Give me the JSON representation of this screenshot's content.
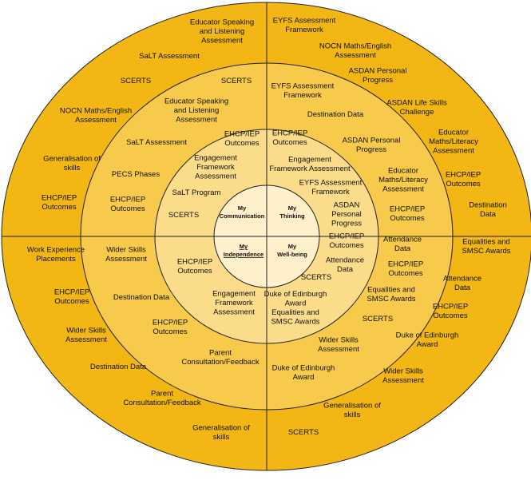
{
  "colors": {
    "outer_ring": "#f2b714",
    "ring_2": "#f7ca4c",
    "ring_3": "#fbdc8a",
    "core": "#fdf0cb",
    "stroke": "#222222",
    "underline_error": "#cc0000",
    "underline_link": "#3355cc"
  },
  "core": {
    "communication": [
      "My",
      "Communication"
    ],
    "thinking": [
      "My",
      "Thinking"
    ],
    "independence": [
      "My",
      "Independence"
    ],
    "wellbeing": [
      "My",
      "Well-being"
    ]
  },
  "communication": {
    "outer": [
      [
        "Educator Speaking",
        "and Listening",
        "Assessment"
      ],
      [
        "SaLT Assessment"
      ],
      [
        "SCERTS"
      ],
      [
        "NOCN Maths/English",
        "Assessment"
      ],
      [
        "Generalisation of",
        "skills"
      ],
      [
        "EHCP/IEP",
        "Outcomes"
      ]
    ],
    "middle": [
      [
        "SCERTS"
      ],
      [
        "Educator Speaking",
        "and Listening",
        "Assessment"
      ],
      [
        "SaLT Assessment"
      ],
      [
        "PECS Phases"
      ],
      [
        "EHCP/IEP",
        "Outcomes"
      ]
    ],
    "inner": [
      [
        "EHCP/IEP",
        "Outcomes"
      ],
      [
        "Engagement",
        "Framework",
        "Assessment"
      ],
      [
        "SaLT Program"
      ],
      [
        "SCERTS"
      ]
    ]
  },
  "thinking": {
    "outer": [
      [
        "EYFS Assessment",
        "Framework"
      ],
      [
        "NOCN Maths/English",
        "Assessment"
      ],
      [
        "ASDAN Personal",
        "Progress"
      ],
      [
        "ASDAN Life Skills",
        "Challenge"
      ],
      [
        "Educator",
        "Maths/Literacy",
        "Assessment"
      ],
      [
        "EHCP/IEP",
        "Outcomes"
      ],
      [
        "Destination",
        "Data"
      ]
    ],
    "middle": [
      [
        "EYFS Assessment",
        "Framework"
      ],
      [
        "Destination Data"
      ],
      [
        "ASDAN Personal",
        "Progress"
      ],
      [
        "Educator",
        "Maths/Literacy",
        "Assessment"
      ],
      [
        "EHCP/IEP",
        "Outcomes"
      ]
    ],
    "inner": [
      [
        "EHCP/IEP",
        "Outcomes"
      ],
      [
        "Engagement",
        "Framework Assessment"
      ],
      [
        "EYFS Assessment",
        "Framework"
      ],
      [
        "ASDAN",
        "Personal",
        "Progress"
      ]
    ]
  },
  "independence": {
    "outer": [
      [
        "Work Experience",
        "Placements"
      ],
      [
        "EHCP/IEP",
        "Outcomes"
      ],
      [
        "Wider Skills",
        "Assessment"
      ],
      [
        "Destination Data"
      ],
      [
        "Parent",
        "Consultation/Feedback"
      ],
      [
        "Generalisation of",
        "skills"
      ]
    ],
    "middle": [
      [
        "Wider Skills",
        "Assessment"
      ],
      [
        "Destination Data"
      ],
      [
        "EHCP/IEP",
        "Outcomes"
      ],
      [
        "Parent",
        "Consultation/Feedback"
      ]
    ],
    "inner": [
      [
        "EHCP/IEP",
        "Outcomes"
      ],
      [
        "Engagement",
        "Framework",
        "Assessment"
      ]
    ]
  },
  "wellbeing": {
    "outer": [
      [
        "Equalities and",
        "SMSC Awards"
      ],
      [
        "Attendance",
        "Data"
      ],
      [
        "EHCP/IEP",
        "Outcomes"
      ],
      [
        "Duke of Edinburgh",
        "Award"
      ],
      [
        "Wider Skills",
        "Assessment"
      ],
      [
        "Generalisation of",
        "skills"
      ],
      [
        "SCERTS"
      ]
    ],
    "middle": [
      [
        "Attendance",
        "Data"
      ],
      [
        "EHCP/IEP",
        "Outcomes"
      ],
      [
        "Equalities and",
        "SMSC Awards"
      ],
      [
        "SCERTS"
      ],
      [
        "Wider Skills",
        "Assessment"
      ],
      [
        "Duke of Edinburgh",
        "Award"
      ]
    ],
    "inner": [
      [
        "EHCP/IEP",
        "Outcomes"
      ],
      [
        "Attendance",
        "Data"
      ],
      [
        "SCERTS"
      ],
      [
        "Duke of Edinburgh",
        "Award",
        "Equalities and",
        "SMSC Awards"
      ]
    ]
  }
}
